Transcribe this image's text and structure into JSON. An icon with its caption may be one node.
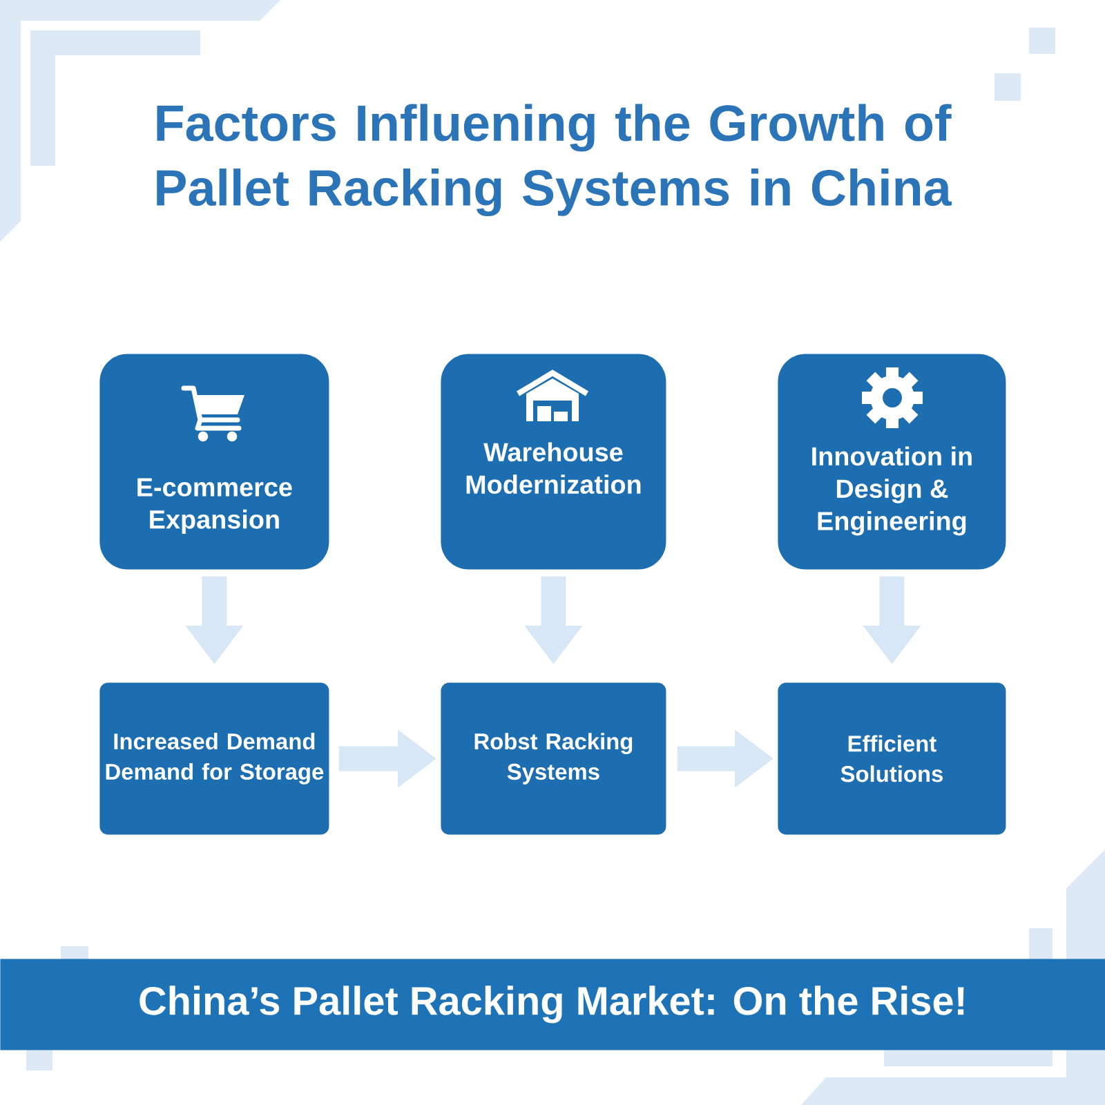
{
  "diagram": {
    "title": "Factors Influening the Growth of Pallet Racking Systems in China",
    "nodes": [
      {
        "text": [
          "E-commerce Expansion"
        ]
      },
      {
        "text": [
          "Warehouse Modernization"
        ]
      },
      {
        "text": [
          "Innovation in Design & Engineering"
        ]
      },
      {
        "text": [
          "Increased Demand Demand for Storage"
        ]
      },
      {
        "text": [
          "Robst Racking Systems"
        ]
      },
      {
        "text": [
          "Efficient Solutions"
        ]
      },
      {
        "text": [
          "China’s Pallet Racking Market: On the Rise!"
        ]
      }
    ],
    "edges": [
      {
        "from": 0,
        "to": 3,
        "arrow": "to"
      },
      {
        "from": 1,
        "to": 4,
        "arrow": "to"
      },
      {
        "from": 2,
        "to": 5,
        "arrow": "to"
      },
      {
        "from": 3,
        "to": 4,
        "arrow": "to"
      },
      {
        "from": 4,
        "to": 5,
        "arrow": "to"
      }
    ]
  }
}
